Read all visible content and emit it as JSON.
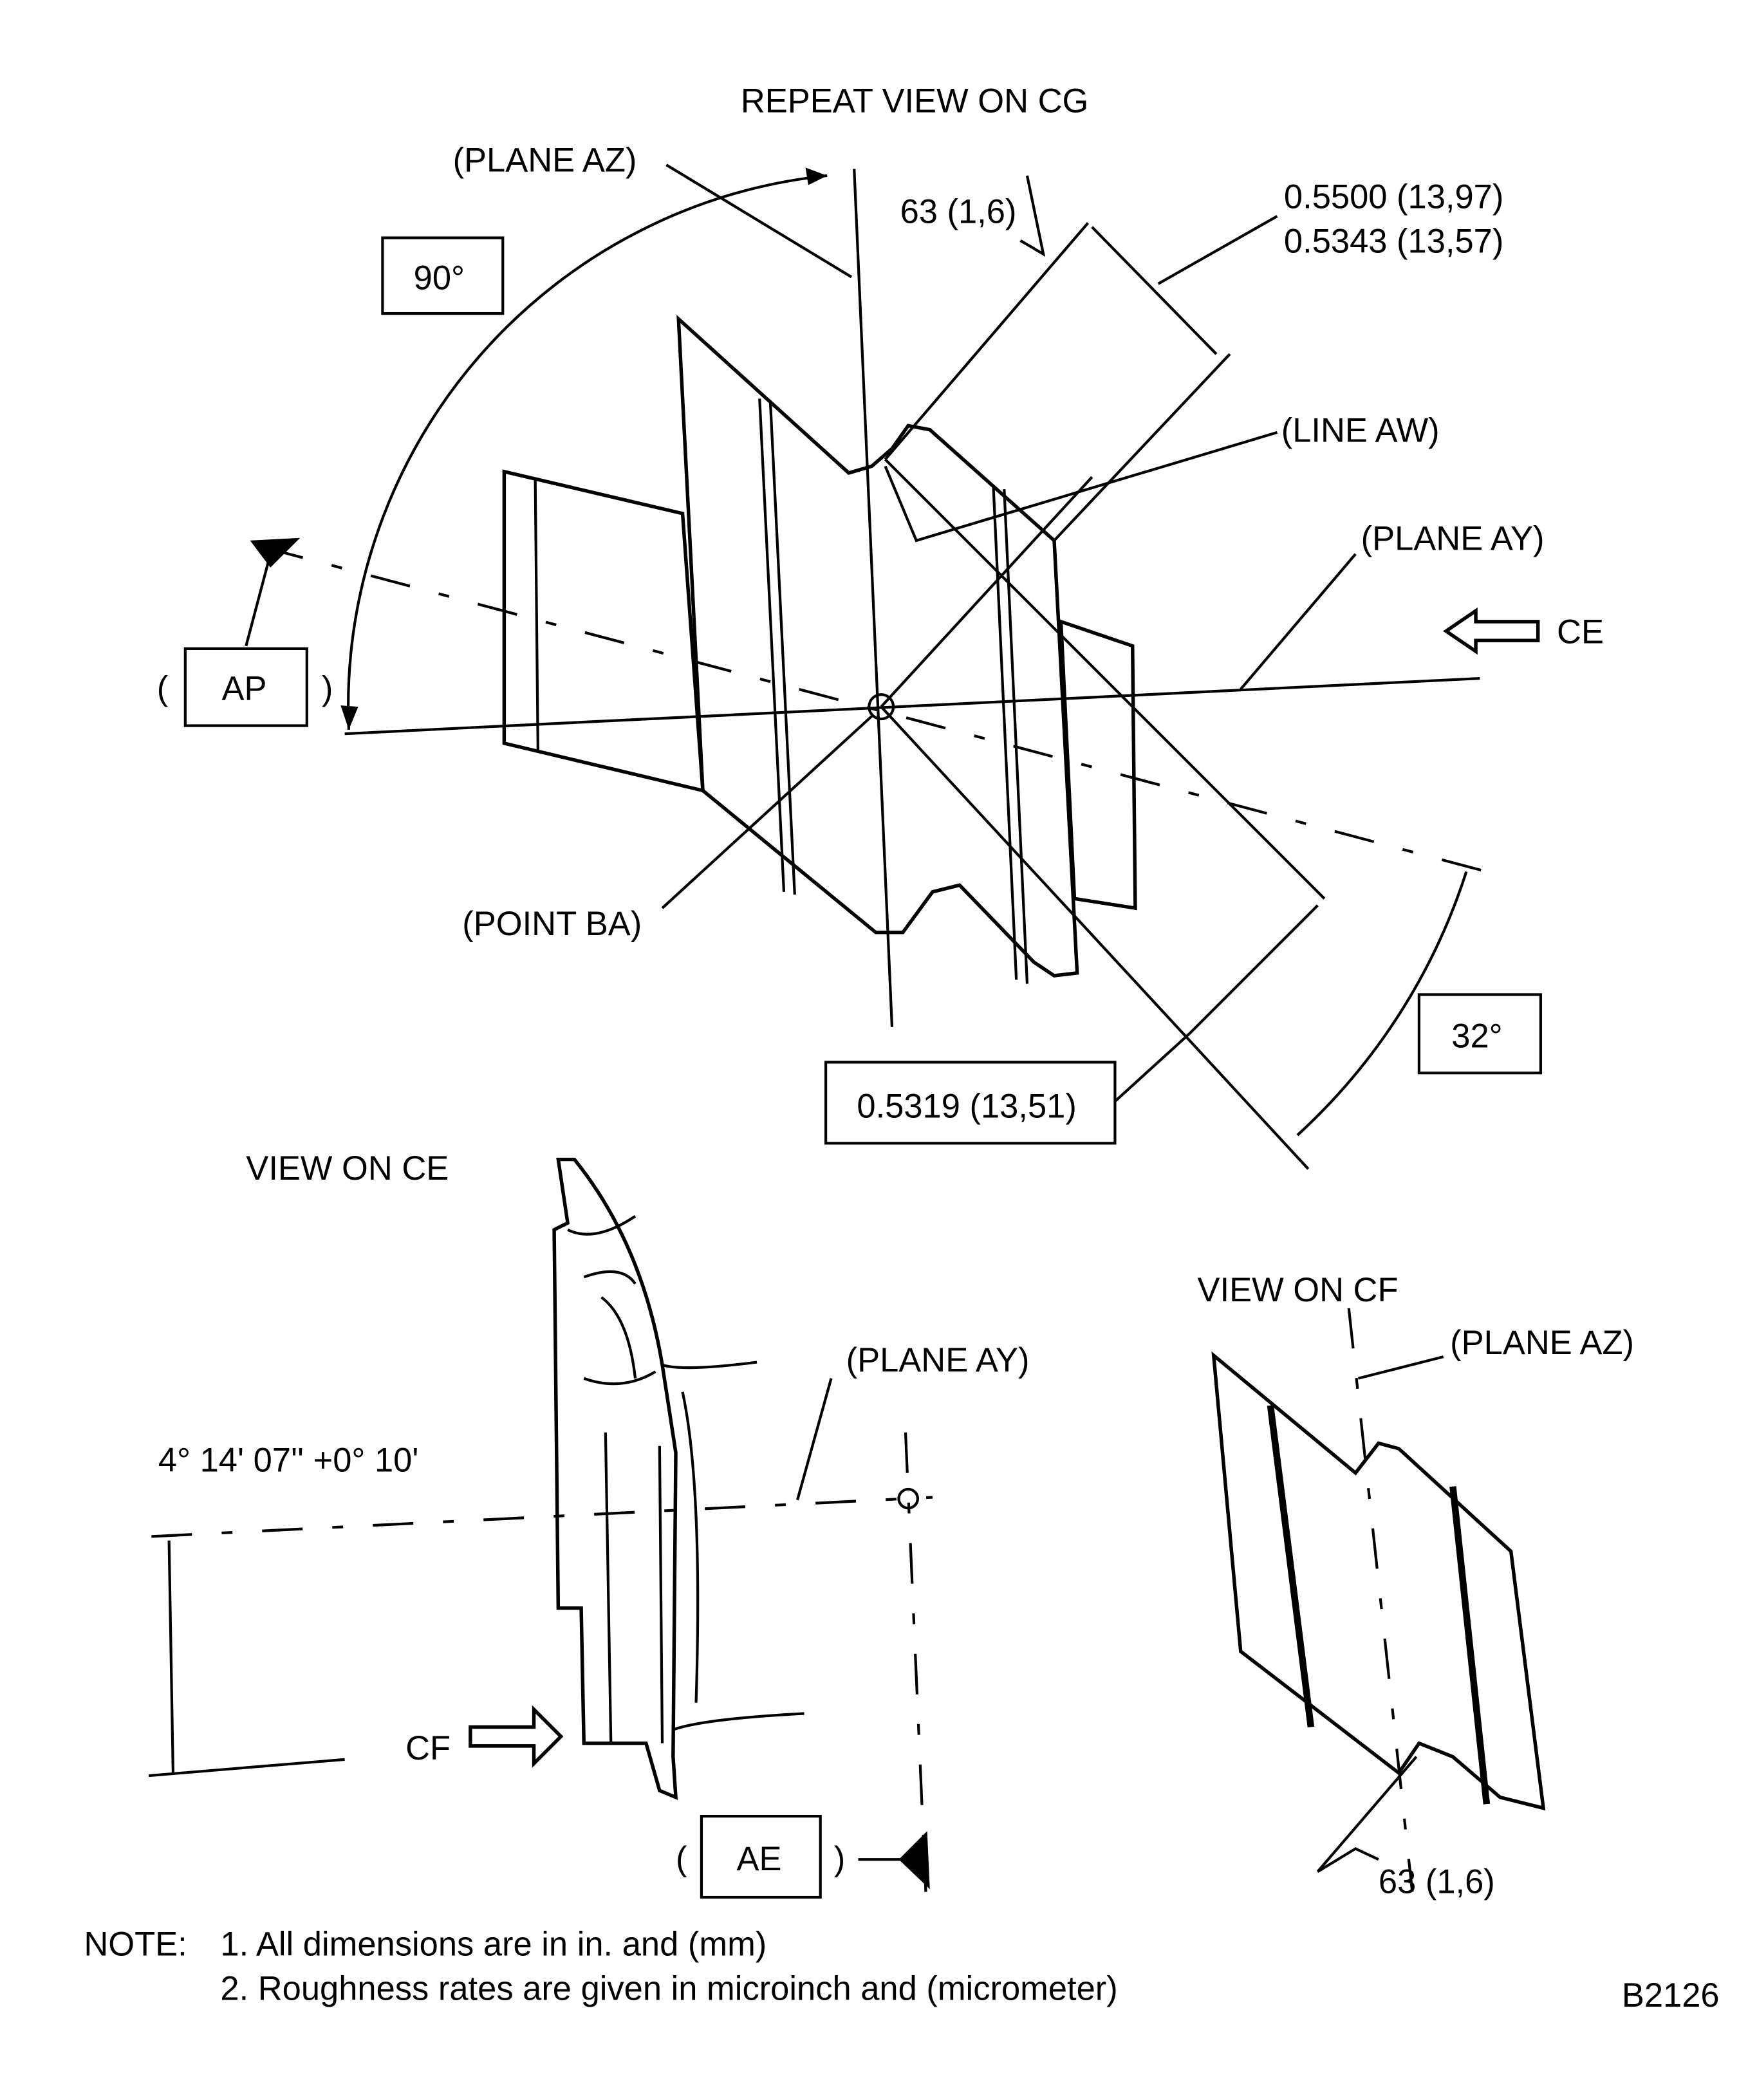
{
  "figure_id": "B2126",
  "repeat_view": {
    "title": "REPEAT VIEW ON CG",
    "plane_az": "(PLANE AZ)",
    "angle_90": "90°",
    "roughness_top": "63 (1,6)",
    "dim_max": "0.5500 (13,97)",
    "dim_min": "0.5343 (13,57)",
    "line_aw": "(LINE AW)",
    "plane_ay": "(PLANE AY)",
    "arrow_ce": "CE",
    "datum_ap": "AP",
    "point_ba": "(POINT BA)",
    "angle_32": "32°",
    "dim_basic": "0.5319 (13,51)"
  },
  "view_ce": {
    "title": "VIEW ON CE",
    "plane_ay": "(PLANE AY)",
    "angle": "4° 14' 07'' +0° 10'",
    "arrow_cf": "CF",
    "datum_ae": "AE"
  },
  "view_cf": {
    "title": "VIEW ON CF",
    "plane_az": "(PLANE AZ)",
    "roughness": "63 (1,6)"
  },
  "notes": {
    "heading": "NOTE:",
    "items": [
      "1. All dimensions are in in. and (mm)",
      "2. Roughness rates are given in microinch and (micrometer)"
    ]
  }
}
